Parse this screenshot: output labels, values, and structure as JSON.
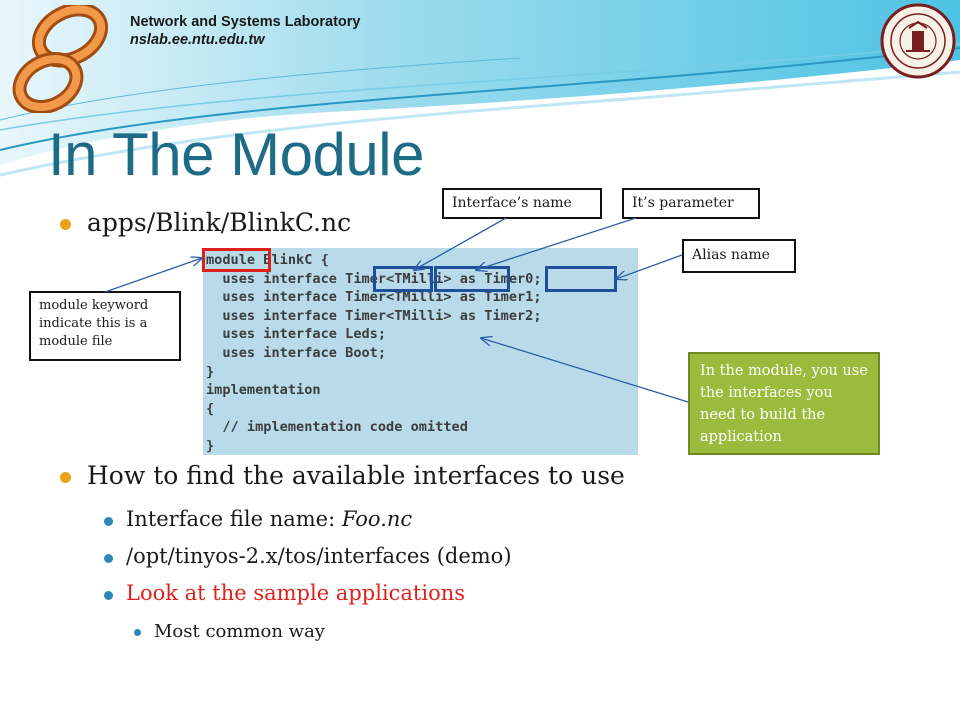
{
  "header": {
    "lab_name": "Network and Systems Laboratory",
    "lab_url": "nslab.ee.ntu.edu.tw",
    "logo_icon": "infinity-logo-icon",
    "seal_icon": "university-seal-icon"
  },
  "slide": {
    "title": "In The Module",
    "bullets": [
      {
        "text": "apps/Blink/BlinkC.nc"
      },
      {
        "text": "How to find the available interfaces to use"
      }
    ],
    "sub_bullets": [
      {
        "prefix": "Interface file name: ",
        "italic": "Foo.nc"
      },
      {
        "text": "/opt/tinyos-2.x/tos/interfaces (demo)"
      },
      {
        "text": "Look at the sample applications",
        "color": "#e0201b"
      }
    ],
    "sub_sub_bullets": [
      {
        "text": "Most common way"
      }
    ]
  },
  "code": {
    "lines": [
      "module BlinkC {",
      "  uses interface Timer<TMilli> as Timer0;",
      "  uses interface Timer<TMilli> as Timer1;",
      "  uses interface Timer<TMilli> as Timer2;",
      "  uses interface Leds;",
      "  uses interface Boot;",
      "}",
      "implementation",
      "{",
      "  // implementation code omitted",
      "}"
    ]
  },
  "callouts": {
    "interface_name": "Interface’s name",
    "parameter": "It’s parameter",
    "alias": "Alias name",
    "module_keyword": "module keyword indicate this is a module file",
    "module_usage": "In the module, you use the interfaces you need to build the application"
  },
  "colors": {
    "title": "#1d6b86",
    "bullet_l1": "#e8a317",
    "bullet_l2": "#2e86b8",
    "highlight_red": "#e0201b",
    "highlight_blue": "#1e4f9a",
    "code_bg": "#b9dbe9",
    "green_callout": "#9bbb3c"
  }
}
